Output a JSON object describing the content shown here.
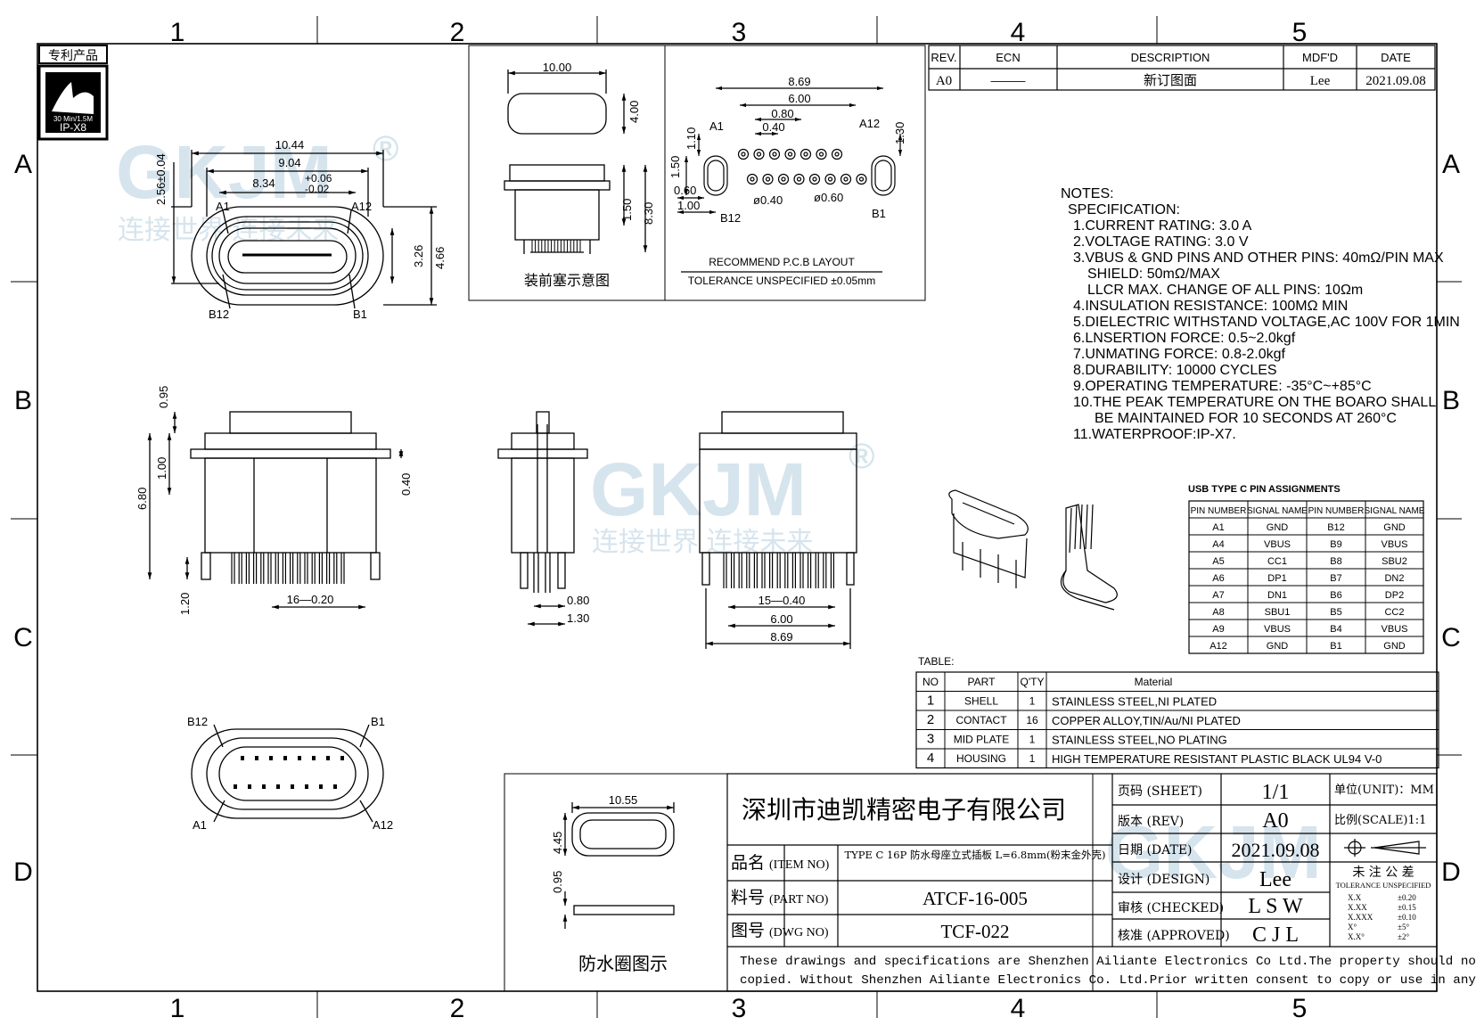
{
  "frame": {
    "col_labels": [
      "1",
      "2",
      "3",
      "4",
      "5"
    ],
    "row_labels": [
      "A",
      "B",
      "C",
      "D"
    ]
  },
  "watermark": {
    "logo": "GKJM",
    "reg": "®",
    "slogan": "连接世界 连接未来"
  },
  "patent_badge": {
    "label": "专利产品",
    "rating": "30 Min/1.5M",
    "ip": "IP-X8"
  },
  "revision": {
    "headers": [
      "REV.",
      "ECN",
      "DESCRIPTION",
      "MDF'D",
      "DATE"
    ],
    "row": [
      "A0",
      "———",
      "新订图面",
      "Lee",
      "2021.09.08"
    ]
  },
  "top_view": {
    "d1": "10.44",
    "d2": "9.04",
    "d3": "8.34",
    "tol_plus": "+0.06",
    "tol_minus": "-0.02",
    "d4": "2.56±0.04",
    "d5": "3.26",
    "d6": "4.66",
    "a1": "A1",
    "a12": "A12",
    "b12": "B12",
    "b1": "B1"
  },
  "plug_view": {
    "d1": "10.00",
    "d2": "4.00",
    "d3": "1.50",
    "d4": "8.30",
    "caption": "装前塞示意图"
  },
  "pcb_layout": {
    "d869": "8.69",
    "d600": "6.00",
    "d080": "0.80",
    "d040": "0.40",
    "d110": "1.10",
    "d130": "1.30",
    "d150": "1.50",
    "d060": "0.60",
    "d100": "1.00",
    "phi040": "ø0.40",
    "phi060": "ø0.60",
    "a1": "A1",
    "a12": "A12",
    "b12": "B12",
    "b1": "B1",
    "title": "RECOMMEND P.C.B LAYOUT",
    "tolerance": "TOLERANCE UNSPECIFIED ±0.05mm"
  },
  "front_view": {
    "d095": "0.95",
    "d100": "1.00",
    "d680": "6.80",
    "d040": "0.40",
    "d120": "1.20",
    "pitch": "16—0.20"
  },
  "side_view": {
    "d080": "0.80",
    "d130": "1.30"
  },
  "back_view": {
    "pitch": "15—0.40",
    "d600": "6.00",
    "d869": "8.69"
  },
  "bottom_view": {
    "b12": "B12",
    "b1": "B1",
    "a1": "A1",
    "a12": "A12"
  },
  "seal_view": {
    "d1055": "10.55",
    "d445": "4.45",
    "d095": "0.95",
    "caption": "防水圈图示"
  },
  "notes": {
    "title": "NOTES:",
    "subtitle": "SPECIFICATION:",
    "lines": [
      "1.CURRENT RATING: 3.0 A",
      "2.VOLTAGE RATING: 3.0 V",
      "3.VBUS & GND PINS AND OTHER PINS: 40mΩ/PIN MAX",
      "SHIELD: 50mΩ/MAX",
      "LLCR MAX. CHANGE OF ALL PINS: 10Ωm",
      "4.INSULATION RESISTANCE:  100MΩ MIN",
      "5.DIELECTRIC WITHSTAND VOLTAGE,AC 100V FOR 1MIN",
      "6.LNSERTION FORCE: 0.5~2.0kgf",
      "7.UNMATING FORCE: 0.8-2.0kgf",
      "8.DURABILITY: 10000 CYCLES",
      "9.OPERATING TEMPERATURE: -35°C~+85°C",
      "10.THE PEAK TEMPERATURE ON THE BOARO SHALL",
      "BE MAINTAINED FOR 10 SECONDS AT 260°C",
      "11.WATERPROOF:IP-X7."
    ]
  },
  "pin_table": {
    "title": "USB TYPE C PIN ASSIGNMENTS",
    "headers": [
      "PIN NUMBER",
      "SIGNAL NAME",
      "PIN NUMBER",
      "SIGNAL NAME"
    ],
    "rows": [
      [
        "A1",
        "GND",
        "B12",
        "GND"
      ],
      [
        "A4",
        "VBUS",
        "B9",
        "VBUS"
      ],
      [
        "A5",
        "CC1",
        "B8",
        "SBU2"
      ],
      [
        "A6",
        "DP1",
        "B7",
        "DN2"
      ],
      [
        "A7",
        "DN1",
        "B6",
        "DP2"
      ],
      [
        "A8",
        "SBU1",
        "B5",
        "CC2"
      ],
      [
        "A9",
        "VBUS",
        "B4",
        "VBUS"
      ],
      [
        "A12",
        "GND",
        "B1",
        "GND"
      ]
    ]
  },
  "bom": {
    "title": "TABLE:",
    "headers": [
      "NO",
      "PART",
      "Q'TY",
      "Material"
    ],
    "rows": [
      [
        "1",
        "SHELL",
        "1",
        "STAINLESS  STEEL,NI  PLATED"
      ],
      [
        "2",
        "CONTACT",
        "16",
        "COPPER  ALLOY,TIN/Au/NI  PLATED"
      ],
      [
        "3",
        "MID PLATE",
        "1",
        "STAINLESS  STEEL,NO  PLATING"
      ],
      [
        "4",
        "HOUSING",
        "1",
        "HIGH  TEMPERATURE  RESISTANT  PLASTIC  BLACK  UL94  V-0"
      ]
    ]
  },
  "title_block": {
    "company": "深圳市迪凯精密电子有限公司",
    "item_label": "品名",
    "item_label_en": "(ITEM NO)",
    "item_value": "TYPE C 16P 防水母座立式插板 L=6.8mm(粉末金外壳)",
    "part_label": "料号",
    "part_label_en": "(PART NO)",
    "part_value": "ATCF-16-005",
    "dwg_label": "图号",
    "dwg_label_en": "(DWG NO)",
    "dwg_value": "TCF-022",
    "sheet_label": "页码 (SHEET)",
    "sheet_value": "1/1",
    "rev_label": "版本 (REV)",
    "rev_value": "A0",
    "date_label": "日期 (DATE)",
    "date_value": "2021.09.08",
    "design_label": "设计 (DESIGN)",
    "design_value": "Lee",
    "checked_label": "审核 (CHECKED)",
    "checked_value": "L S W",
    "approved_label": "核准 (APPROVED)",
    "approved_value": "C J L",
    "unit": "单位(UNIT)：MM",
    "scale": "比例(SCALE)1:1",
    "tol_title": "未 注 公 差",
    "tol_subtitle": "TOLERANCE UNSPECIFIED",
    "tol_rows": [
      [
        "X.X",
        "±0.20"
      ],
      [
        "X.XX",
        "±0.15"
      ],
      [
        "X.XXX",
        "±0.10"
      ],
      [
        "X°",
        "±5°"
      ],
      [
        "X.X°",
        "±2°"
      ]
    ],
    "disclaimer_1": "These drawings and specifications are Shenzhen Ailiante Electronics Co Ltd.The property should not be",
    "disclaimer_2": "copied. Without Shenzhen Ailiante Electronics Co. Ltd.Prior written consent to copy or use in any way"
  }
}
